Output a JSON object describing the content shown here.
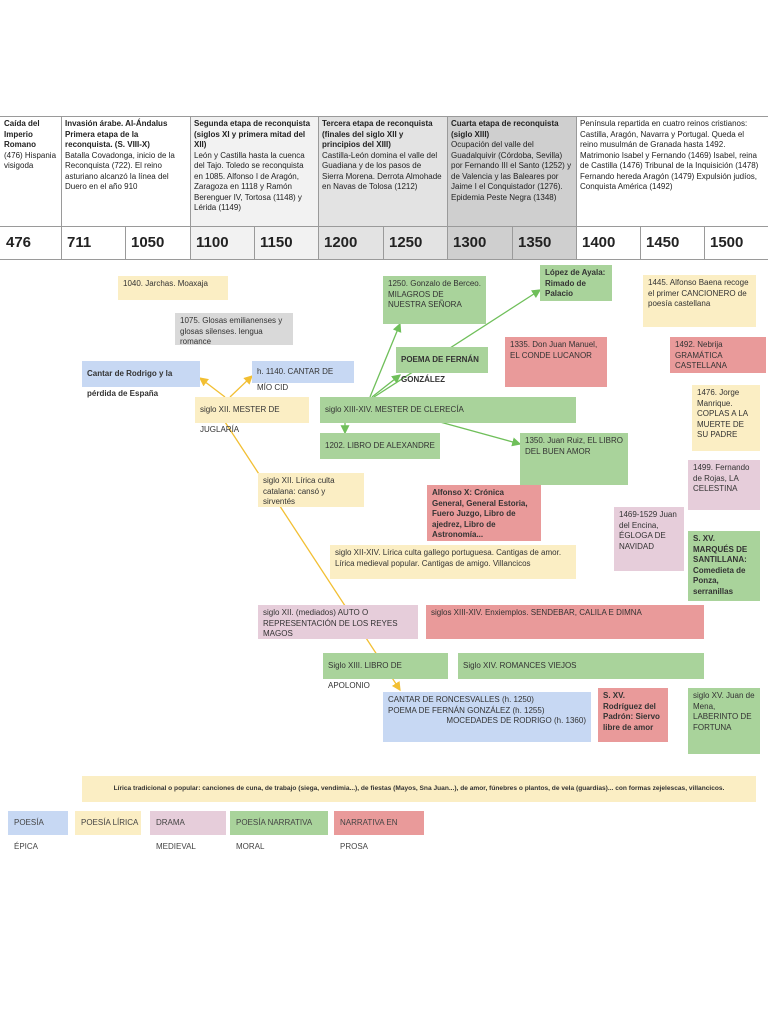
{
  "header": {
    "periods": [
      {
        "title": "Caída del Imperio Romano",
        "body": "(476) Hispania visigoda"
      },
      {
        "title": "Invasión árabe. Al-Ándalus Primera etapa de la reconquista. (S. VIII-X)",
        "body": "Batalla Covadonga, inicio de la Reconquista (722). El reino asturiano alcanzó la línea del Duero en el año 910"
      },
      {
        "title": "Segunda etapa de reconquista (siglos XI y primera mitad del XII)",
        "body": "León y Castilla hasta la cuenca del Tajo. Toledo se reconquista en 1085. Alfonso I de Aragón, Zaragoza en 1118 y Ramón Berenguer IV, Tortosa (1148) y Lérida (1149)"
      },
      {
        "title": "Tercera etapa de reconquista (finales del siglo XII y principios del XIII)",
        "body": "Castilla-León domina el valle del Guadiana y de los pasos de Sierra Morena. Derrota Almohade en Navas de Tolosa (1212)"
      },
      {
        "title": "Cuarta etapa de reconquista (siglo XIII)",
        "body": "Ocupación del valle del Guadalquivir (Córdoba, Sevilla) por Fernando III el Santo (1252) y de Valencia y las Baleares por Jaime I el Conquistador (1276). Epidemia Peste Negra (1348)"
      },
      {
        "title": "",
        "body": "Península repartida en cuatro reinos cristianos: Castilla, Aragón, Navarra y Portugal. Queda el reino musulmán de Granada hasta 1492. Matrimonio Isabel y Fernando (1469) Isabel, reina de Castilla (1476) Tribunal de la Inquisición (1478) Fernando hereda Aragón (1479) Expulsión judíos, Conquista América (1492)"
      }
    ],
    "years": [
      "476",
      "711",
      "1050",
      "1100",
      "1150",
      "1200",
      "1250",
      "1300",
      "1350",
      "1400",
      "1450",
      "1500"
    ]
  },
  "boxes": {
    "jarchas": "1040. Jarchas. Moaxaja",
    "glosas": "1075. Glosas emilianenses y glosas silenses. lengua romance",
    "cantar_rodrigo": "Cantar de Rodrigo y la pérdida de España",
    "mio_cid": "h. 1140. CANTAR DE MÍO CID",
    "juglaria": "siglo XII. MESTER DE JUGLARÍA",
    "berceo": "1250. Gonzalo de Berceo. MILAGROS DE NUESTRA SEÑORA",
    "poema_fg": "POEMA DE FERNÁN GONZÁLEZ",
    "ayala": "López de Ayala: Rimado de Palacio",
    "juan_manuel": "1335. Don Juan Manuel, EL CONDE LUCANOR",
    "baena": "1445. Alfonso Baena recoge el primer CANCIONERO de poesía castellana",
    "nebrija": "1492. Nebrija GRAMÁTICA CASTELLANA",
    "clerecia": "siglo XIII-XIV. MESTER DE CLERECÍA",
    "alexandre": "1202. LIBRO DE ALEXANDRE",
    "buen_amor": "1350. Juan Ruiz, EL LIBRO DEL BUEN AMOR",
    "manrique": "1476. Jorge Manrique. COPLAS A LA MUERTE DE SU PADRE",
    "catalana": "siglo XII. Lírica culta catalana: cansó y sirventés",
    "alfonso_x": "Alfonso X: Crónica General, General Estoria, Fuero Juzgo, Libro de ajedrez, Libro de Astronomía...",
    "rojas": "1499. Fernando de Rojas, LA CELESTINA",
    "encina": "1469-1529 Juan del Encina, ÉGLOGA DE NAVIDAD",
    "santillana": "S. XV. MARQUÉS DE SANTILLANA: Comedieta de Ponza, serranillas",
    "gallego": "siglo XII-XIV. Lírica culta gallego portuguesa. Cantigas de amor. Lírica medieval popular. Cantigas de amigo. Villancicos",
    "reyes_magos": "siglo XII. (mediados) AUTO O REPRESENTACIÓN DE LOS REYES MAGOS",
    "enxiemplos": "siglos XIII-XIV. Enxiemplos. SENDEBAR, CALILA E DIMNA",
    "apolonio": "Siglo XIII. LIBRO DE APOLONIO",
    "romances": "Siglo XIV. ROMANCES VIEJOS",
    "roncesvalles_1": "CANTAR DE RONCESVALLES (h. 1250)",
    "roncesvalles_2": "POEMA DE FERNÁN GONZÁLEZ (h. 1255)",
    "roncesvalles_3": "MOCEDADES DE RODRIGO (h. 1360)",
    "padron": "S. XV. Rodríguez del Padrón: Siervo libre de amor",
    "mena": "siglo XV. Juan de Mena, LABERINTO DE FORTUNA",
    "lirica_tradicional": "Lírica tradicional o popular: canciones de cuna, de trabajo (siega, vendimia...), de fiestas (Mayos, Sna Juan...), de amor, fúnebres o plantos, de vela (guardias)... con formas zejelescas, villancicos."
  },
  "legend": [
    "POESÍA ÉPICA",
    "POESÍA LÍRICA",
    "DRAMA MEDIEVAL",
    "POESÍA NARRATIVA MORAL",
    "NARRATIVA EN PROSA"
  ],
  "colors": {
    "epica": "#c7d8f3",
    "lirica": "#fbeec4",
    "drama": "#e6cdda",
    "moral": "#a9d39b",
    "prosa": "#e99a9a",
    "header_grey": "#d9d9d9",
    "arrow": "#f2bf33"
  }
}
